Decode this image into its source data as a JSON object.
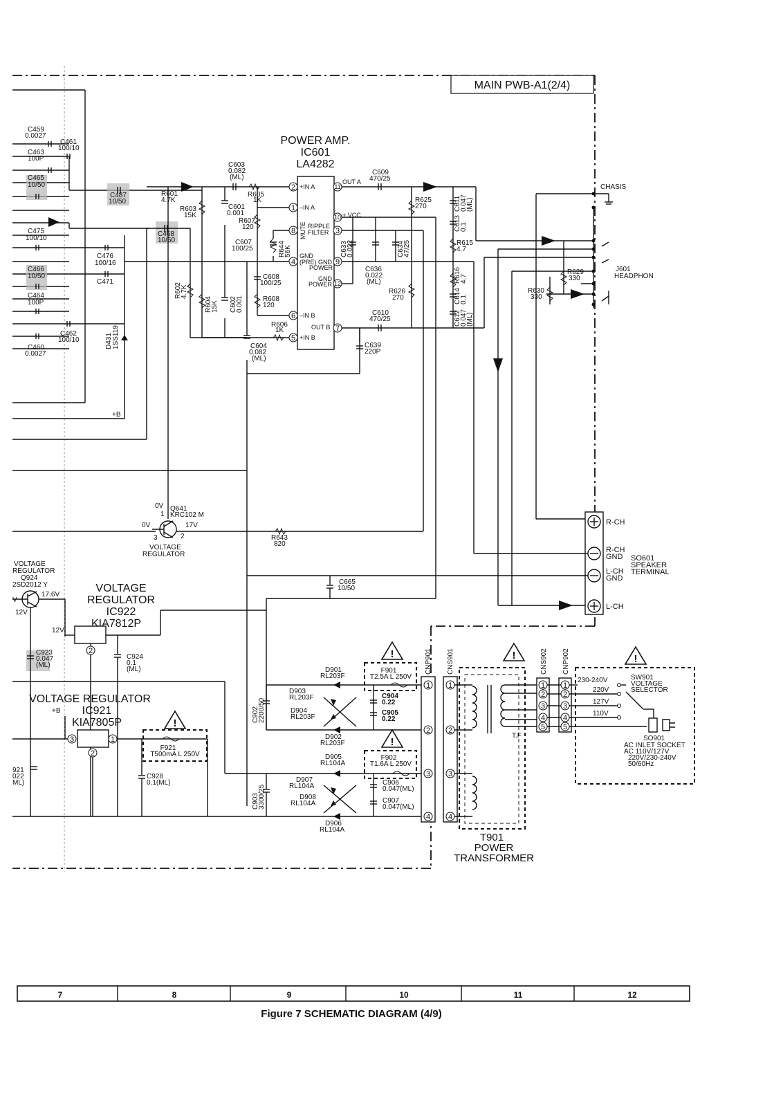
{
  "frame": {
    "title": "MAIN PWB-A1(2/4)",
    "caption": "Figure 7 SCHEMATIC DIAGRAM (4/9)",
    "columns": [
      "7",
      "8",
      "9",
      "10",
      "11",
      "12"
    ]
  },
  "power_amp": {
    "title": "POWER AMP.",
    "ref": "IC601",
    "part": "LA4282",
    "pins": {
      "p2": "2",
      "p1": "1",
      "p8": "8",
      "p4": "4",
      "p6": "6",
      "p5": "5",
      "p11": "11",
      "p10": "10",
      "p3": "3",
      "p9": "9",
      "p12": "12",
      "p7": "7"
    },
    "pin_labels": {
      "in_a_p": "+IN A",
      "in_a_n": "–IN A",
      "mute": "MUTE",
      "gnd_pre": "GND",
      "gnd_pre2": "(PRE)",
      "in_b_n": "–IN B",
      "in_b_p": "+IN B",
      "out_a": "OUT A",
      "vcc": "+ VCC",
      "ripple": "RIPPLE",
      "filter": "FILTER",
      "gnd_power": "GND",
      "power": "POWER",
      "gnd_power2": "GND",
      "power2": "POWER",
      "out_b": "OUT B"
    }
  },
  "components": {
    "c459": "C459",
    "c459_v": "0.0027",
    "c461": "C461",
    "c461_v": "100/10",
    "c463": "C463",
    "c463_v": "100P",
    "c465": "C465",
    "c465_v": "10/50",
    "c487": "C487",
    "c487_v": "10/50",
    "c475": "C475",
    "c475_v": "100/10",
    "c468": "C468",
    "c468_v": "10/50",
    "c476": "C476",
    "c476_v": "100/16",
    "c471": "C471",
    "c466": "C466",
    "c466_v": "10/50",
    "c464": "C464",
    "c464_v": "100P",
    "c462": "C462",
    "c462_v": "100/10",
    "c460": "C460",
    "c460_v": "0.0027",
    "d431": "D431",
    "d431_v": "1SS119",
    "plus_b": "+B",
    "r601": "R601",
    "r601_v": "4.7K",
    "c603": "C603",
    "c603_v": "0.082",
    "c603_m": "(ML)",
    "r605": "R605",
    "r605_v": "1K",
    "r603": "R603",
    "r603_v": "15K",
    "c601": "C601",
    "c601_v": "0.001",
    "r607": "R607",
    "r607_v": "120",
    "c607": "C607",
    "c607_v": "100/25",
    "r644": "R644",
    "r644_v": "56K",
    "c608": "C608",
    "c608_v": "100/25",
    "r608": "R608",
    "r608_v": "120",
    "r602": "R602",
    "r602_v": "4.7K",
    "r604": "R604",
    "r604_v": "15K",
    "c602": "C602",
    "c602_v": "0.001",
    "r606": "R606",
    "r606_v": "1K",
    "c604": "C604",
    "c604_v": "0.082",
    "c604_m": "(ML)",
    "c609": "C609",
    "c609_v": "470/25",
    "r625": "R625",
    "r625_v": "270",
    "c611": "C611",
    "c611_v": "0.047",
    "c611_m": "(ML)",
    "c613": "C613",
    "c613_v": "0.1",
    "r615": "R615",
    "r615_v": "4.7",
    "c633": "C633",
    "c633_v": "0.022",
    "c634": "C634",
    "c634_v": "47/25",
    "c636": "C636",
    "c636_v": "0.022",
    "c636_m": "(ML)",
    "r626": "R626",
    "r626_v": "270",
    "r616": "R616",
    "r616_v": "4.7",
    "c614": "C614",
    "c614_v": "0.1",
    "c612": "C612",
    "c612_v": "0.047",
    "c612_m": "(ML)",
    "c610": "C610",
    "c610_v": "470/25",
    "c639": "C639",
    "c639_v": "220P",
    "chasis": "CHASIS",
    "r629": "R629",
    "r629_v": "330",
    "r630": "R630",
    "r630_v": "330",
    "j601": "J601",
    "j601_v": "HEADPHON",
    "q641": "Q641",
    "q641_v": "KRC102 M",
    "q641_0v_top": "0V",
    "q641_p1": "1",
    "q641_0v_left": "0V",
    "q641_17v": "17V",
    "q641_p3": "3",
    "q641_p2": "2",
    "vreg1": "VOLTAGE",
    "vreg2": "REGULATOR",
    "r643": "R643",
    "r643_v": "820",
    "rch": "R-CH",
    "rch_gnd1": "R-CH",
    "rch_gnd2": "GND",
    "lch_gnd1": "L-CH",
    "lch_gnd2": "GND",
    "lch": "L-CH",
    "so601": "SO601",
    "so601_1": "SPEAKER",
    "so601_2": "TERMINAL",
    "c665": "C665",
    "c665_v": "10/50",
    "q924_t1": "VOLTAGE",
    "q924_t2": "REGULATOR",
    "q924": "Q924",
    "q924_v": "2SD2012 Y",
    "q924_v_left": "V",
    "q924_176": "17.6V",
    "q924_12": "12V",
    "ic922_t1": "VOLTAGE",
    "ic922_t2": "REGULATOR",
    "ic922": "IC922",
    "ic922_v": "KIA7812P",
    "ic922_12v": "12V",
    "ic922_p2": "2",
    "c923": "C923",
    "c923_v": "0.047",
    "c923_m": "(ML)",
    "c924": "C924",
    "c924_v": "0.1",
    "c924_m": "(ML)",
    "ic921_t": "VOLTAGE REGULATOR",
    "ic921": "IC921",
    "ic921_v": "KIA7805P",
    "ic921_b": "+B",
    "ic921_p3": "3",
    "ic921_p1": "1",
    "ic921_p2": "2",
    "f921": "F921",
    "f921_v": "T500mA L 250V",
    "c928": "C928",
    "c928_v": "0.1(ML)",
    "c921_a": "921",
    "c921_b": "022",
    "c921_c": "ML)",
    "d901": "D901",
    "d901_v": "RL203F",
    "d903": "D903",
    "d903_v": "RL203F",
    "d904": "D904",
    "d904_v": "RL203F",
    "d902": "D902",
    "d902_v": "RL203F",
    "f901": "F901",
    "f901_v": "T2.5A L 250V",
    "c904": "C904",
    "c904_v": "0.22",
    "c905": "C905",
    "c905_v": "0.22",
    "c902": "C902",
    "c902_v": "2200/50",
    "d905": "D905",
    "d905_v": "RL104A",
    "d907": "D907",
    "d907_v": "RL104A",
    "d908": "D908",
    "d908_v": "RL104A",
    "d906": "D906",
    "d906_v": "RL104A",
    "f902": "F902",
    "f902_v": "T1.6A L 250V",
    "c906": "C906",
    "c906_v": "0.047(ML)",
    "c907": "C907",
    "c907_v": "0.047(ML)",
    "c903": "C903",
    "c903_v": "3300/25",
    "cnp901": "CNP901",
    "cns901": "CNS901",
    "cns902": "CNS902",
    "cnp902": "CNP902",
    "tf": "T.F",
    "t901": "T901",
    "t901_1": "POWER",
    "t901_2": "TRANSFORMER",
    "sw901": "SW901",
    "sw901_1": "VOLTAGE",
    "sw901_2": "SELECTOR",
    "v230": "230-240V",
    "v220": "220V",
    "v127": "127V",
    "v110": "110V",
    "so901": "SO901",
    "so901_1": "AC INLET SOCKET",
    "so901_2": "AC 110V/127V",
    "so901_3": "220V/230-240V",
    "so901_4": "50/60Hz"
  },
  "pins_small": [
    "1",
    "2",
    "3",
    "4",
    "5"
  ],
  "warning_icon": "warning-triangle-icon"
}
